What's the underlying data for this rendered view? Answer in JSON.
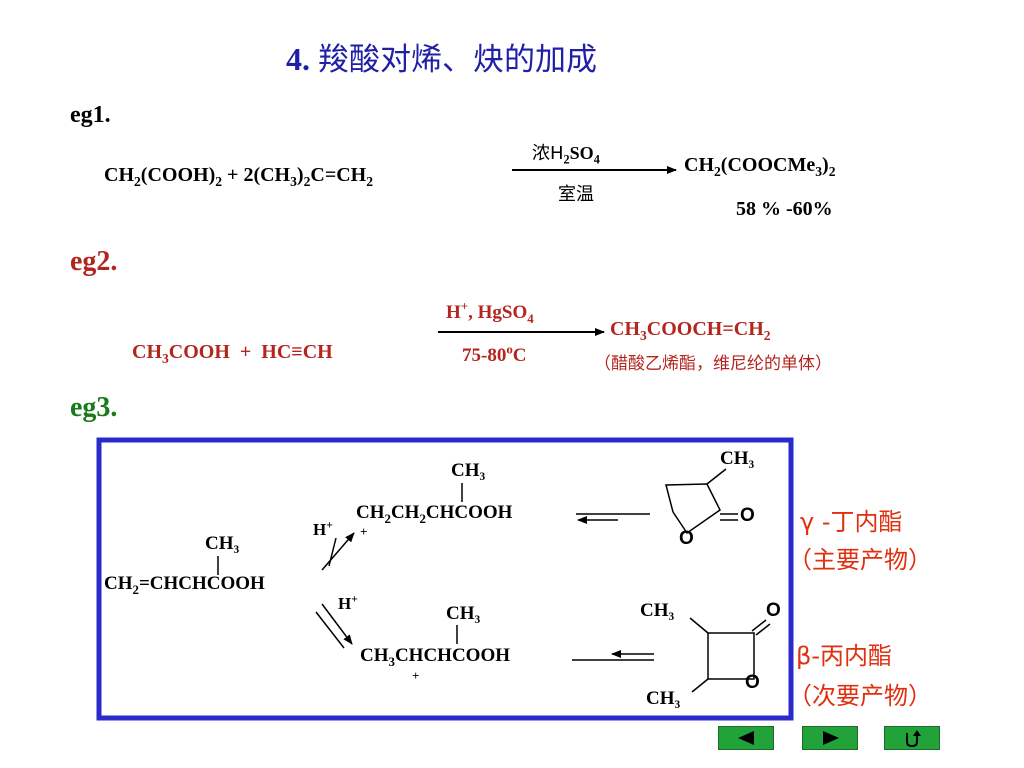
{
  "title": {
    "num": "4.",
    "text": "羧酸对烯、炔的加成"
  },
  "eg1": {
    "label": "eg1.",
    "r_a": "CH",
    "r_a_sub": "2",
    "r_b": "(COOH)",
    "r_b_sub": "2",
    "plus": " + ",
    "r_c": "2(CH",
    "r_c_sub": "3",
    "r_d": ")",
    "r_d_sub": "2",
    "r_e": "C=CH",
    "r_e_sub": "2",
    "cond_top_a": "浓H",
    "cond_top_sub1": "2",
    "cond_top_b": "SO",
    "cond_top_sub2": "4",
    "cond_bottom": "室温",
    "p_a": "CH",
    "p_a_sub": "2",
    "p_b": "(COOCMe",
    "p_b_sub": "3",
    "p_c": ")",
    "p_c_sub": "2",
    "yield": "58 % -60%"
  },
  "eg2": {
    "label": "eg2.",
    "r_a": "CH",
    "r_a_sub": "3",
    "r_b": "COOH  +  HC≡CH",
    "cond_top_a": "H",
    "cond_top_sup": "+",
    "cond_top_b": ", HgSO",
    "cond_top_sub": "4",
    "cond_bottom_a": "75-80",
    "cond_bottom_sup": "o",
    "cond_bottom_b": "C",
    "p_a": "CH",
    "p_a_sub": "3",
    "p_b": "COOCH=CH",
    "p_b_sub": "2",
    "note": "（醋酸乙烯酯，维尼纶的单体）"
  },
  "eg3": {
    "label": "eg3.",
    "start_ch3": "CH₃",
    "start_a": "CH",
    "start_sub": "2",
    "start_b": "=CHCHCOOH",
    "upper_ch3": "CH₃",
    "upper_a": "CH",
    "upper_sub1": "2",
    "upper_b": "CH",
    "upper_sub2": "2",
    "upper_c": "CHCOOH",
    "upper_h": "H",
    "upper_h_sup": "+",
    "upper_plus": "+",
    "lower_h": "H",
    "lower_h_sup": "+",
    "lower_ch3": "CH₃",
    "lower_a": "CH",
    "lower_sub": "3",
    "lower_b": "CHCHCOOH",
    "lower_plus": "+",
    "gamma_ch3": "CH₃",
    "gamma_o_ring": "O",
    "gamma_o_carbonyl": "O",
    "beta_ch3_top": "CH₃",
    "beta_ch3_bottom": "CH₃",
    "beta_o_ring": "O",
    "beta_o_carbonyl": "O",
    "gamma_name": "γ -丁内酯",
    "gamma_note": "（主要产物）",
    "beta_name": "β-丙内酯",
    "beta_note": "（次要产物）"
  },
  "colors": {
    "title": "#1f1fa8",
    "eg2": "#b3261e",
    "eg3": "#1a7a1a",
    "box": "#2b2bcc",
    "nav": "#22a33a"
  },
  "nav": {
    "prev_icon": "triangle-left",
    "next_icon": "triangle-right",
    "return_icon": "return-arrow"
  }
}
